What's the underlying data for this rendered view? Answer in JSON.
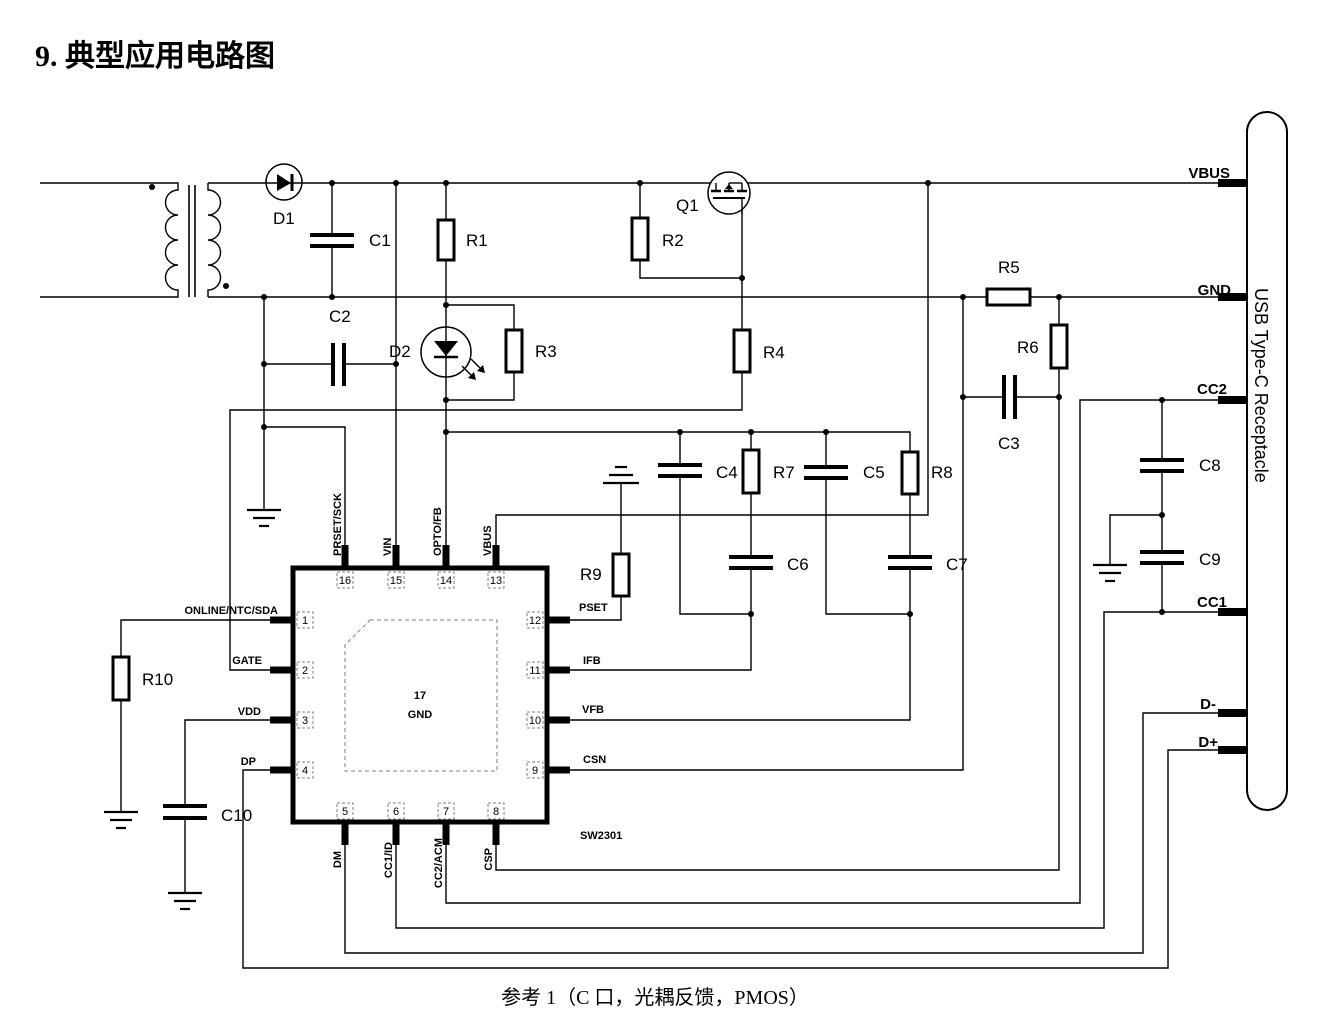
{
  "title": "9. 典型应用电路图",
  "caption": "参考 1（C 口，光耦反馈，PMOS）",
  "colors": {
    "ink": "#000000",
    "background": "#ffffff",
    "pad_outline": "#808080"
  },
  "labels": {
    "d1": "D1",
    "d2": "D2",
    "q1": "Q1",
    "c1": "C1",
    "c2": "C2",
    "c3": "C3",
    "c4": "C4",
    "c5": "C5",
    "c6": "C6",
    "c7": "C7",
    "c8": "C8",
    "c9": "C9",
    "c10": "C10",
    "r1": "R1",
    "r2": "R2",
    "r3": "R3",
    "r4": "R4",
    "r5": "R5",
    "r6": "R6",
    "r7": "R7",
    "r8": "R8",
    "r9": "R9",
    "r10": "R10"
  },
  "chip": {
    "part": "SW2301",
    "pad_number": "17",
    "pad_name": "GND",
    "pins": [
      {
        "num": "1",
        "name": "ONLINE/NTC/SDA"
      },
      {
        "num": "2",
        "name": "GATE"
      },
      {
        "num": "3",
        "name": "VDD"
      },
      {
        "num": "4",
        "name": "DP"
      },
      {
        "num": "5",
        "name": "DM"
      },
      {
        "num": "6",
        "name": "CC1/ID"
      },
      {
        "num": "7",
        "name": "CC2/ACM"
      },
      {
        "num": "8",
        "name": "CSP"
      },
      {
        "num": "9",
        "name": "CSN"
      },
      {
        "num": "10",
        "name": "VFB"
      },
      {
        "num": "11",
        "name": "IFB"
      },
      {
        "num": "12",
        "name": "PSET"
      },
      {
        "num": "13",
        "name": "VBUS"
      },
      {
        "num": "14",
        "name": "OPTO/FB"
      },
      {
        "num": "15",
        "name": "VIN"
      },
      {
        "num": "16",
        "name": "PRSET/SCK"
      }
    ]
  },
  "connector": {
    "name": "USB Type-C Receptacle",
    "pins": [
      "VBUS",
      "GND",
      "CC2",
      "CC1",
      "D-",
      "D+"
    ]
  }
}
